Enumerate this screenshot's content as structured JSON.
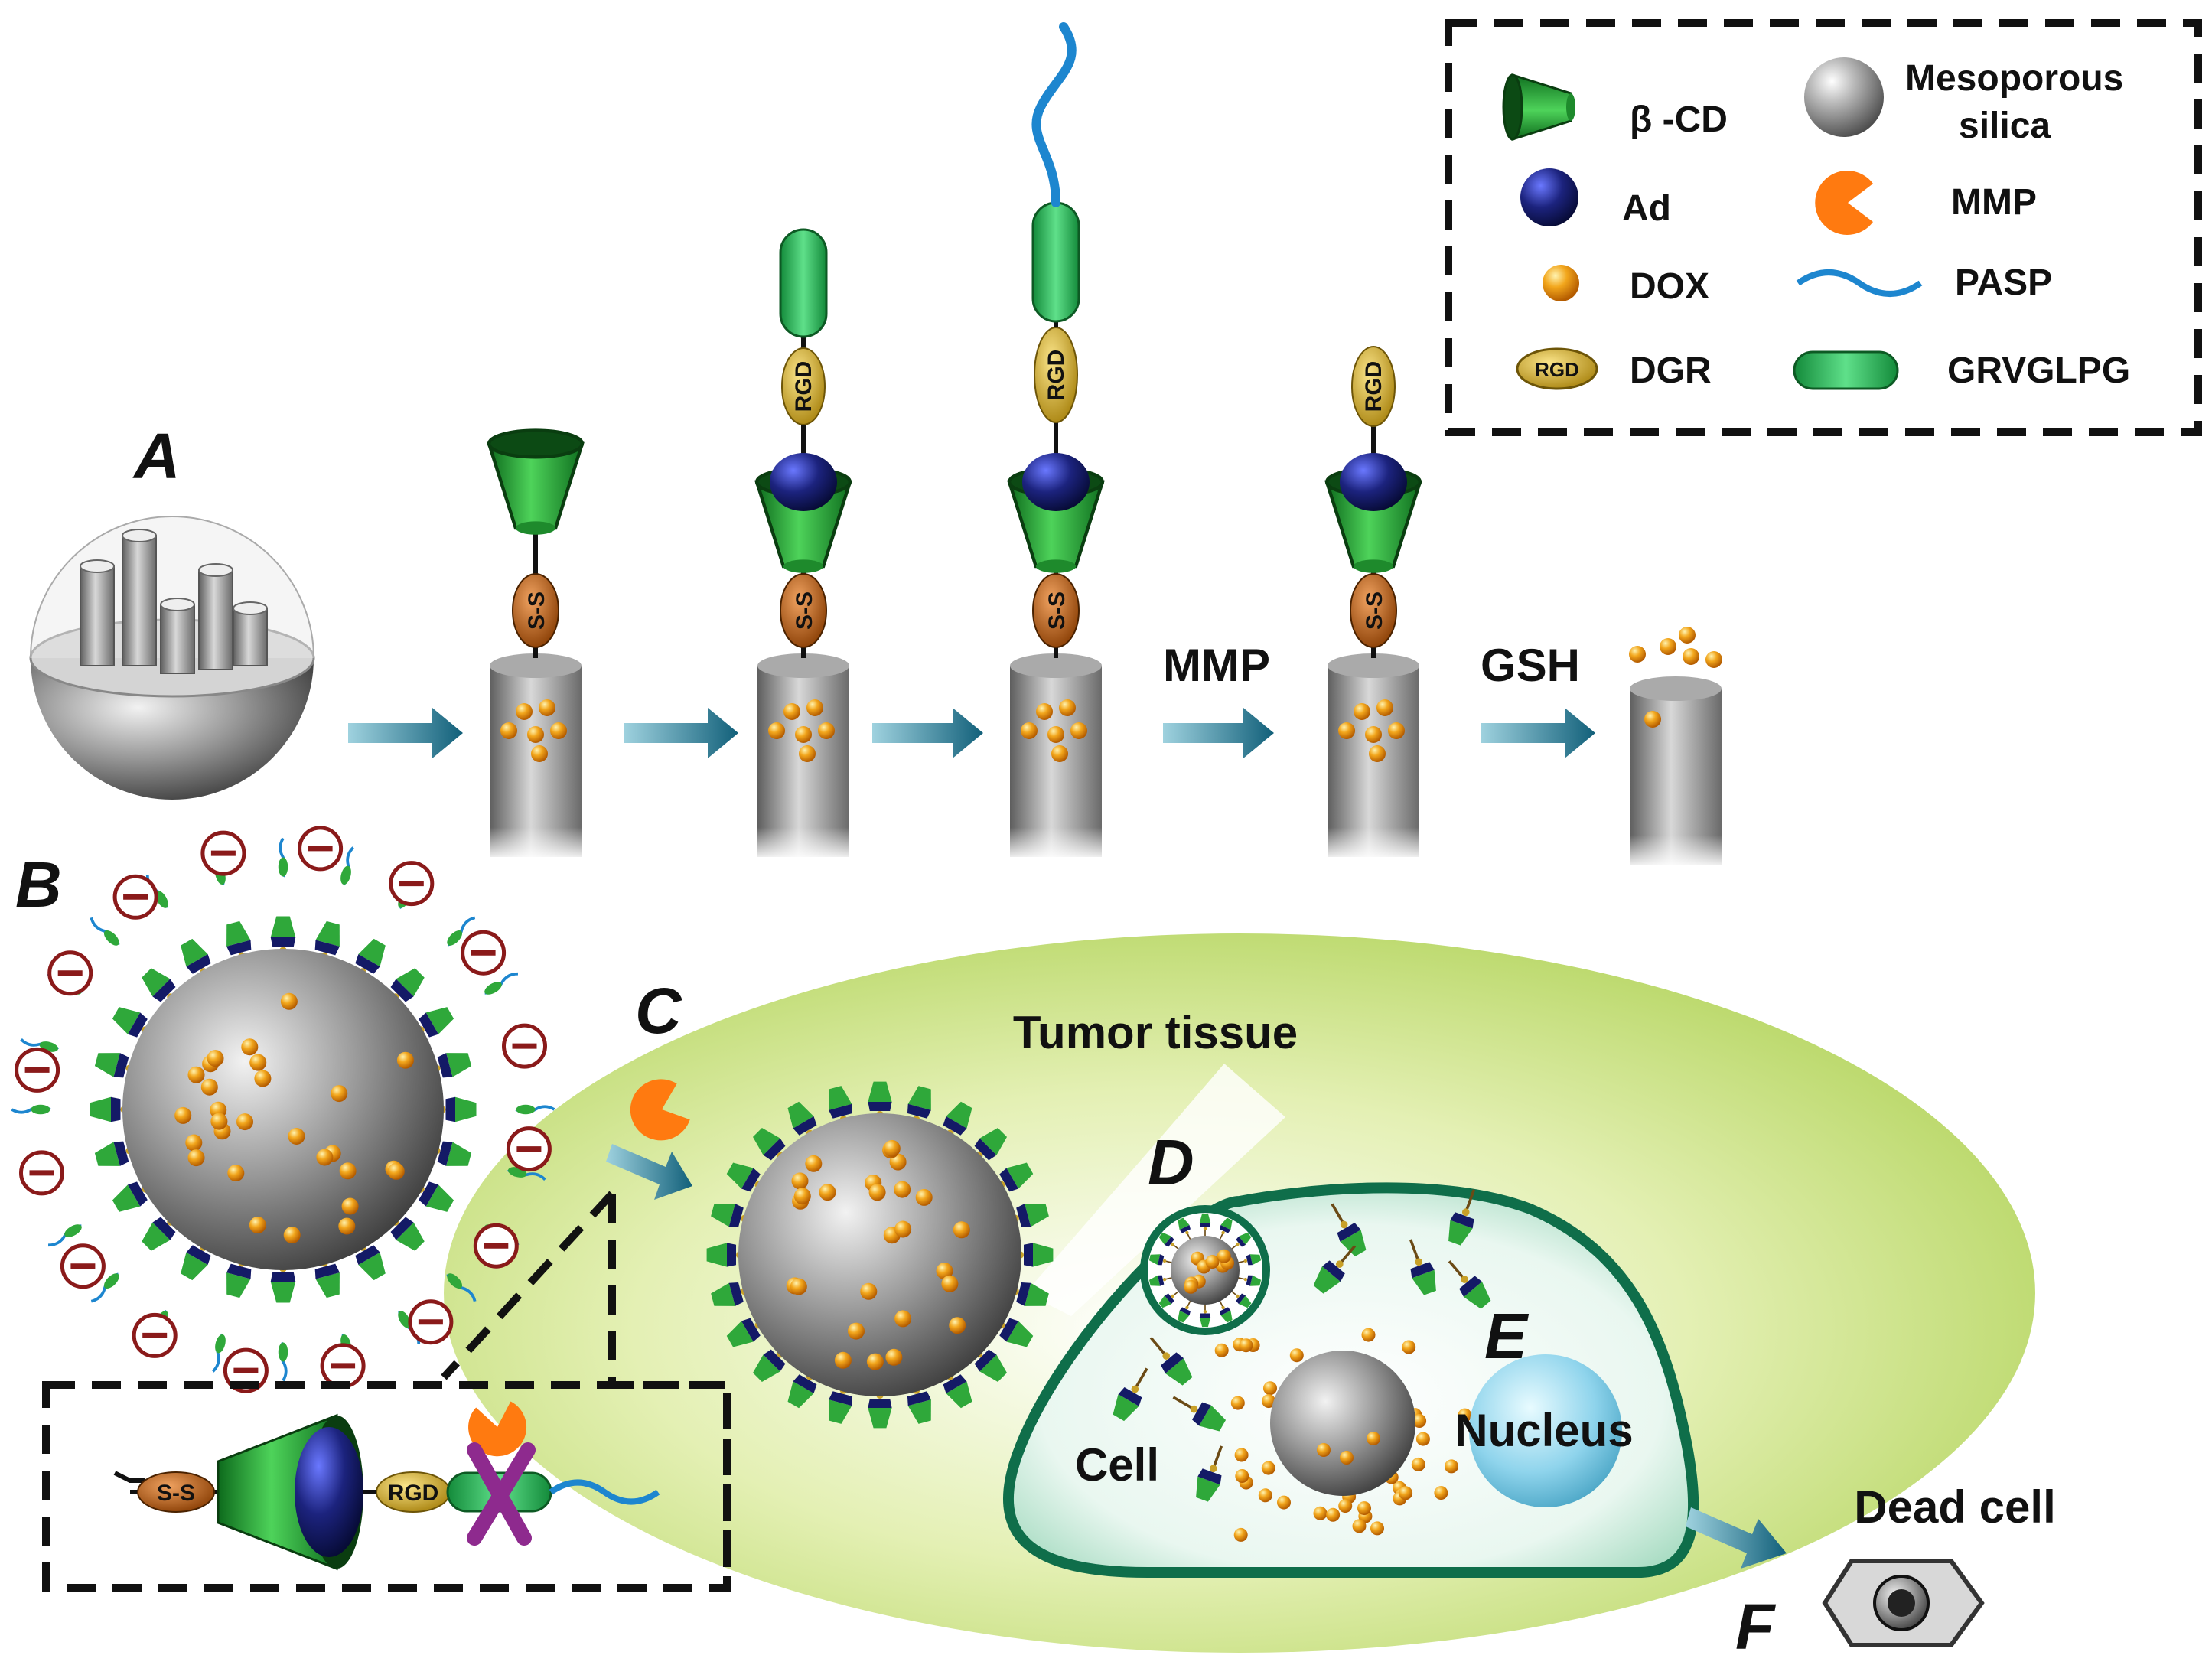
{
  "panels": {
    "a": "A",
    "b": "B",
    "c": "C",
    "d": "D",
    "e": "E",
    "f": "F"
  },
  "legend": {
    "beta_cd": "β -CD",
    "mesoporous_1": "Mesoporous",
    "mesoporous_2": "silica",
    "ad": "Ad",
    "mmp": "MMP",
    "dox": "DOX",
    "pasp": "PASP",
    "dgr": "DGR",
    "grvglpg": "GRVGLPG",
    "rgd_icon_text": "RGD"
  },
  "steps": {
    "mmp": "MMP",
    "gsh": "GSH"
  },
  "labels": {
    "ss": "S-S",
    "rgd": "RGD",
    "tumor_tissue": "Tumor tissue",
    "cell": "Cell",
    "nucleus": "Nucleus",
    "dead_cell": "Dead cell"
  },
  "colors": {
    "green": "#2fa83a",
    "navy": "#141a66",
    "orange_dox": "#f0a020",
    "mmp_orange": "#ff7a10",
    "pasp_blue": "#1d86cf",
    "rgd_yellow": "#d4b31e",
    "tumor_green": "#c9e07a",
    "cell_green": "#1f9b6a",
    "nucleus_blue": "#8fd4ec",
    "arrow_teal": "#1d6d86"
  }
}
